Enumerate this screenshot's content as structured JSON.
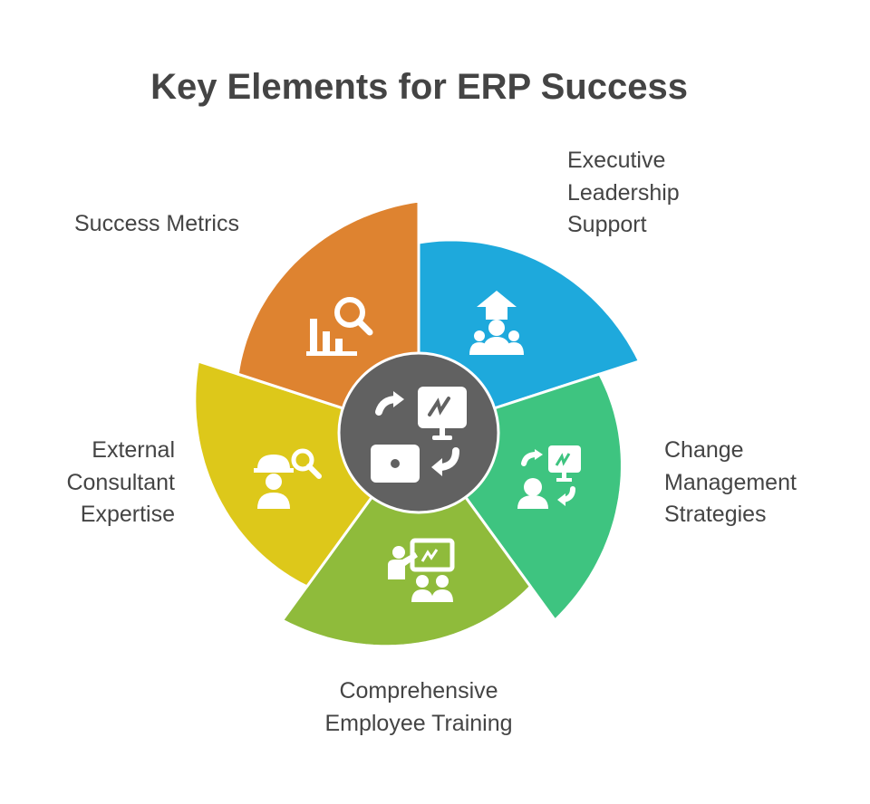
{
  "title": "Key Elements for ERP Success",
  "segments": [
    {
      "name": "executive-leadership-support",
      "label_lines": [
        "Executive",
        "Leadership",
        "Support"
      ],
      "color": "#1ea9dc",
      "icon": "leader-group-icon"
    },
    {
      "name": "change-management-strategies",
      "label_lines": [
        "Change",
        "Management",
        "Strategies"
      ],
      "color": "#3ec480",
      "icon": "person-change-monitor-icon"
    },
    {
      "name": "comprehensive-employee-training",
      "label_lines": [
        "Comprehensive",
        "Employee Training"
      ],
      "color": "#8fbb3b",
      "icon": "presentation-training-icon"
    },
    {
      "name": "external-consultant-expertise",
      "label_lines": [
        "External",
        "Consultant",
        "Expertise"
      ],
      "color": "#ddc81a",
      "icon": "worker-search-icon"
    },
    {
      "name": "success-metrics",
      "label_lines": [
        "Success Metrics"
      ],
      "color": "#de8330",
      "icon": "chart-magnifier-icon"
    }
  ],
  "center": {
    "color": "#616161",
    "icon": "change-monitor-device-icon"
  }
}
